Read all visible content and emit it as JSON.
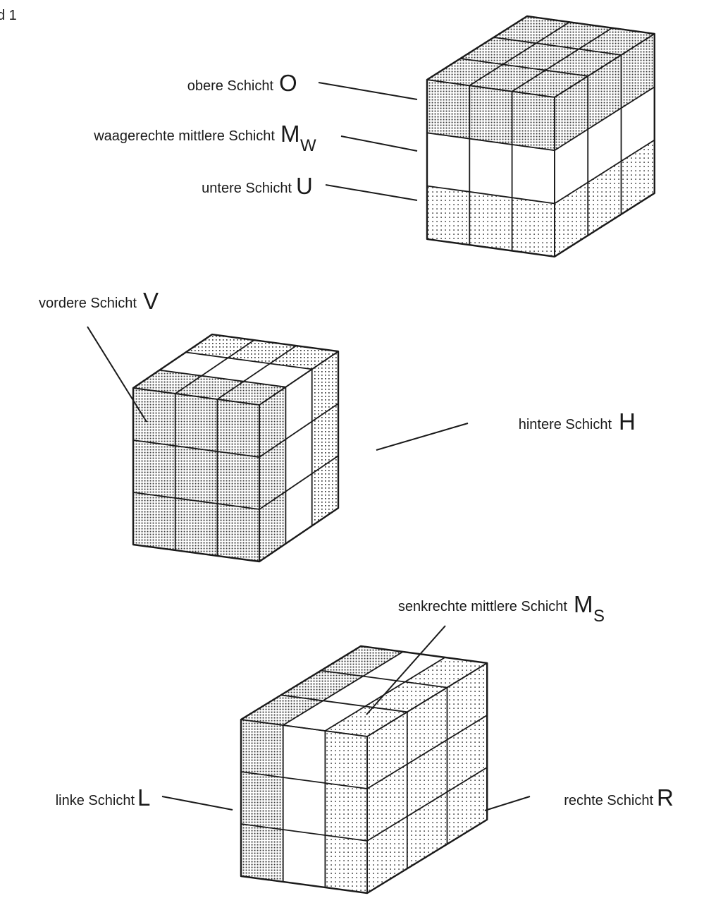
{
  "figure_label": "d 1",
  "cube_top": {
    "labels": [
      {
        "text": "obere Schicht",
        "symbol": "O",
        "subscript": ""
      },
      {
        "text": "waagerechte mittlere Schicht",
        "symbol": "M",
        "subscript": "W"
      },
      {
        "text": "untere Schicht",
        "symbol": "U",
        "subscript": ""
      }
    ]
  },
  "cube_middle": {
    "labels": [
      {
        "text": "vordere Schicht",
        "symbol": "V",
        "subscript": ""
      },
      {
        "text": "hintere Schicht",
        "symbol": "H",
        "subscript": ""
      }
    ]
  },
  "cube_bottom": {
    "labels": [
      {
        "text": "senkrechte mittlere Schicht",
        "symbol": "M",
        "subscript": "S"
      },
      {
        "text": "linke Schicht",
        "symbol": "L",
        "subscript": ""
      },
      {
        "text": "rechte Schicht",
        "symbol": "R",
        "subscript": ""
      }
    ]
  }
}
